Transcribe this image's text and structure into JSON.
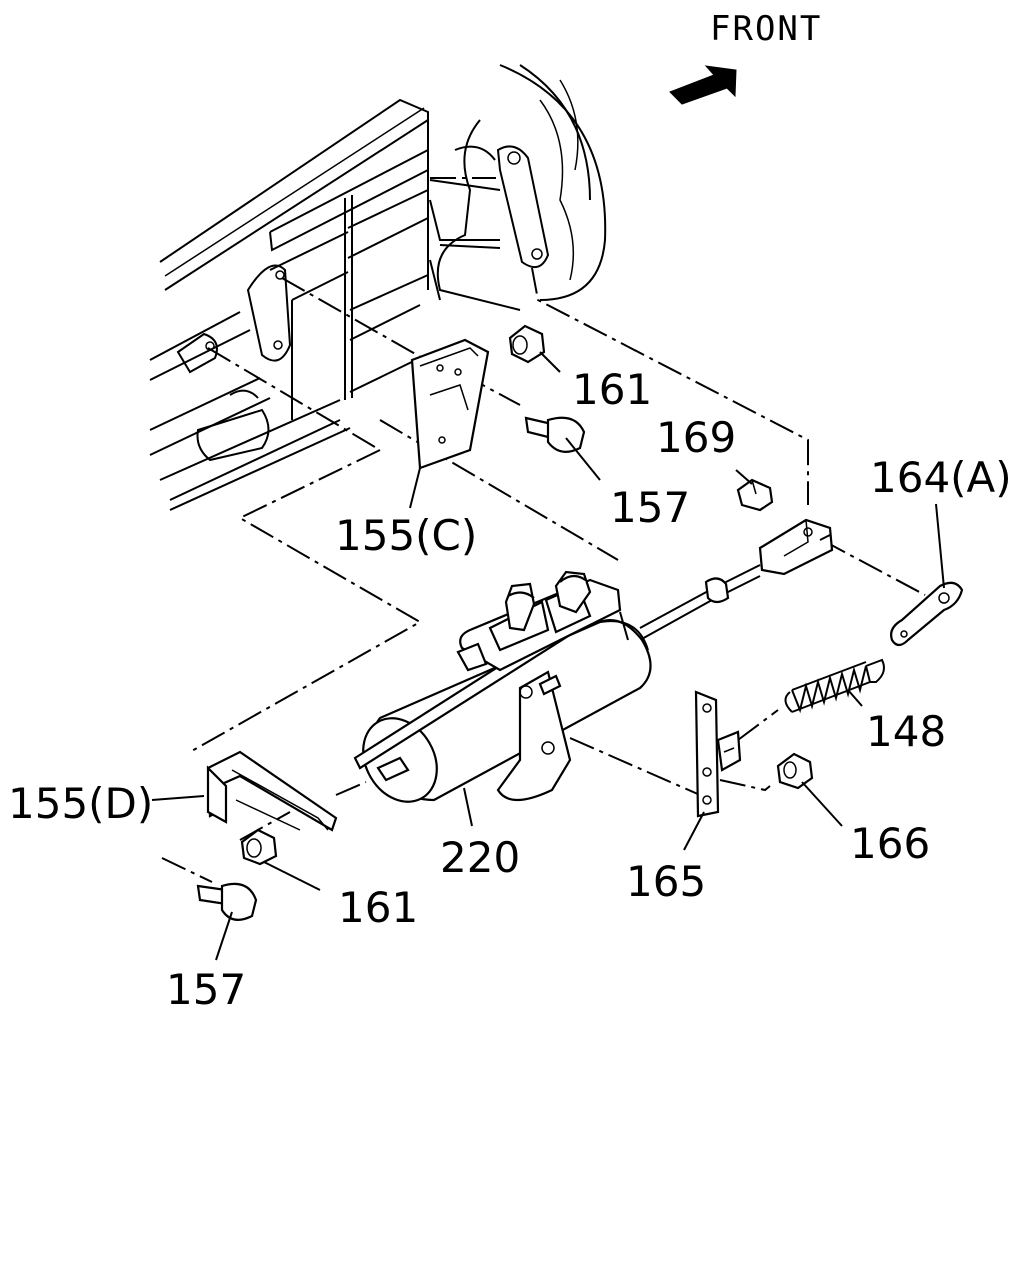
{
  "direction_label": "FRONT",
  "callouts": {
    "c161_top": "161",
    "c157_top": "157",
    "c169": "169",
    "c164a": "164(A)",
    "c155c": "155(C)",
    "c148": "148",
    "c155d": "155(D)",
    "c220": "220",
    "c166": "166",
    "c165": "165",
    "c161_bottom": "161",
    "c157_bottom": "157"
  }
}
